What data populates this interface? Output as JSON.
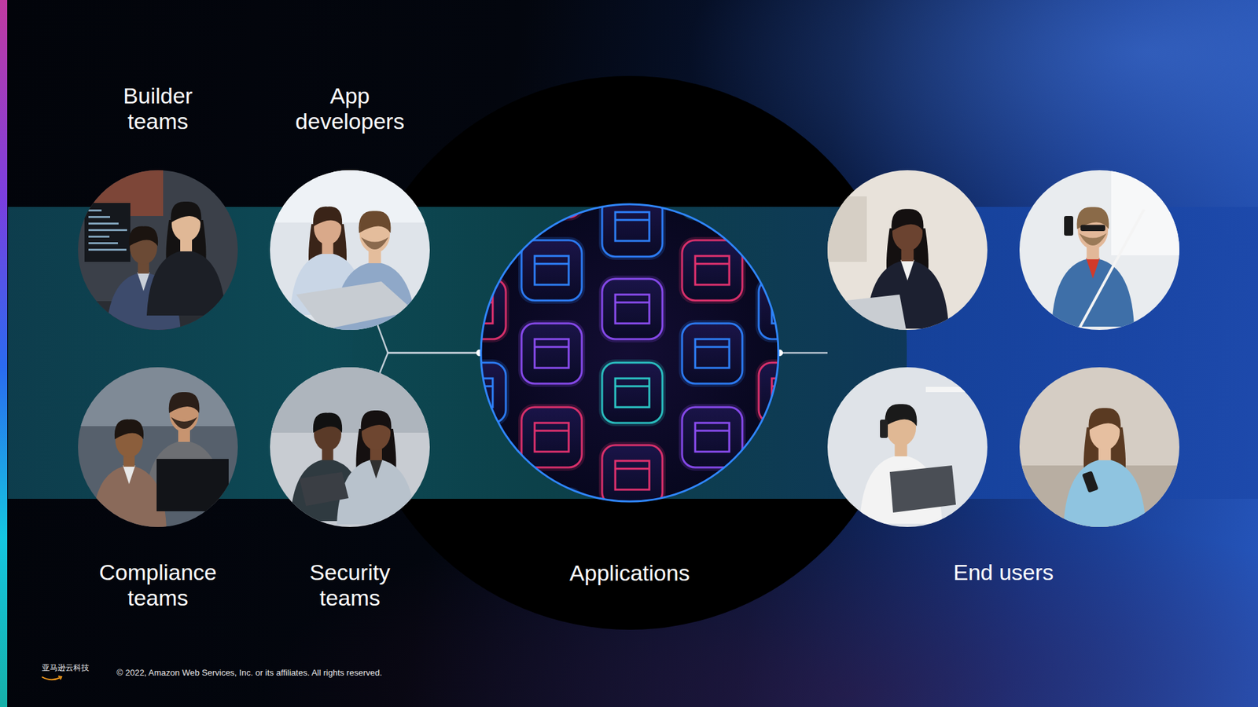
{
  "diagram": {
    "nodes": [
      {
        "text": [
          "Builder teams"
        ]
      },
      {
        "text": [
          "App developers"
        ]
      },
      {
        "text": [
          "Compliance teams"
        ]
      },
      {
        "text": [
          "Security teams"
        ]
      },
      {
        "text": [
          "Applications"
        ]
      },
      {
        "text": [
          "End users"
        ]
      }
    ],
    "edges": [
      {
        "from": 1,
        "to": 4,
        "arrow": "none"
      },
      {
        "from": 3,
        "to": 4,
        "arrow": "none"
      },
      {
        "from": 4,
        "to": 5,
        "arrow": "none"
      }
    ],
    "labels": [
      "亚马逊云科技",
      "© 2022, Amazon Web Services, Inc. or its affiliates. All rights reserved."
    ]
  }
}
